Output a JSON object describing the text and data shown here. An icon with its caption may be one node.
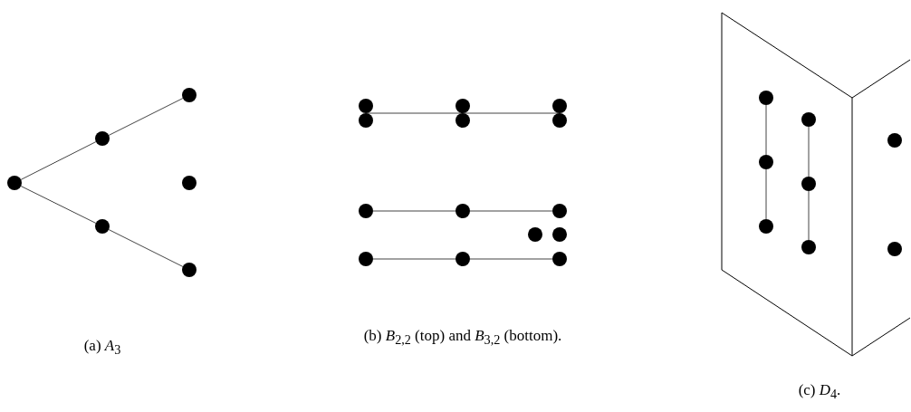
{
  "diagram": {
    "nodes": [
      {
        "text": [],
        "shape": "circle"
      },
      {
        "text": [],
        "shape": "circle"
      },
      {
        "text": [],
        "shape": "circle"
      },
      {
        "text": [],
        "shape": "circle"
      },
      {
        "text": [],
        "shape": "circle"
      },
      {
        "text": [],
        "shape": "circle"
      },
      {
        "text": [],
        "shape": "circle"
      },
      {
        "text": [],
        "shape": "circle"
      },
      {
        "text": [],
        "shape": "circle"
      },
      {
        "text": [],
        "shape": "circle"
      },
      {
        "text": [],
        "shape": "circle"
      },
      {
        "text": [],
        "shape": "circle"
      },
      {
        "text": [],
        "shape": "circle"
      },
      {
        "text": [],
        "shape": "circle"
      },
      {
        "text": [],
        "shape": "circle"
      },
      {
        "text": [],
        "shape": "circle"
      },
      {
        "text": [],
        "shape": "circle"
      },
      {
        "text": [],
        "shape": "circle"
      },
      {
        "text": [],
        "shape": "circle"
      },
      {
        "text": [],
        "shape": "circle"
      },
      {
        "text": [],
        "shape": "circle"
      },
      {
        "text": [],
        "shape": "circle"
      },
      {
        "text": [],
        "shape": "circle"
      },
      {
        "text": [],
        "shape": "circle"
      },
      {
        "text": [],
        "shape": "circle"
      },
      {
        "text": [],
        "shape": "circle"
      },
      {
        "text": [],
        "shape": "circle"
      },
      {
        "text": [],
        "shape": "circle"
      }
    ],
    "edges": [
      {
        "from": 0,
        "to": 1,
        "arrow": "none"
      },
      {
        "from": 1,
        "to": 3,
        "arrow": "none"
      },
      {
        "from": 0,
        "to": 2,
        "arrow": "none"
      },
      {
        "from": 2,
        "to": 5,
        "arrow": "none"
      },
      {
        "from": 6,
        "to": 8,
        "arrow": "none"
      },
      {
        "from": 8,
        "to": 10,
        "arrow": "none"
      },
      {
        "from": 12,
        "to": 14,
        "arrow": "none"
      },
      {
        "from": 14,
        "to": 17,
        "arrow": "none"
      },
      {
        "from": 13,
        "to": 15,
        "arrow": "none"
      },
      {
        "from": 15,
        "to": 19,
        "arrow": "none"
      },
      {
        "from": 20,
        "to": 21,
        "arrow": "none"
      },
      {
        "from": 21,
        "to": 22,
        "arrow": "none"
      },
      {
        "from": 23,
        "to": 24,
        "arrow": "none"
      },
      {
        "from": 24,
        "to": 25,
        "arrow": "none"
      }
    ],
    "labels": [
      "(a) *A*$_{3}$",
      "(b) *B*$_{2,2}$ (top) and *B*$_{3,2}$ (bottom).",
      "(c) *D*$_{4}$."
    ]
  }
}
